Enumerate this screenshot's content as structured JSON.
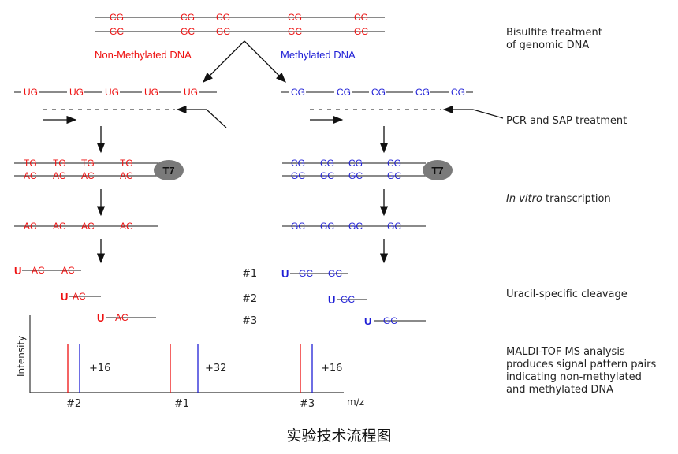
{
  "labels": {
    "non_methylated": "Non-Methylated DNA",
    "methylated": "Methylated DNA",
    "bisulfite": [
      "Bisulfite treatment",
      "of genomic DNA"
    ],
    "pcr_sap": "PCR and SAP treatment",
    "in_vitro_italic": "In vitro",
    "in_vitro_rest": " transcription",
    "uracil": "Uracil-specific cleavage",
    "maldi": [
      "MALDI-TOF MS analysis",
      "produces signal pattern pairs",
      "indicating non-methylated",
      "and methylated DNA"
    ],
    "t7": "T7",
    "fragments": [
      "#1",
      "#2",
      "#3"
    ],
    "u": "U",
    "intensity_axis": "Intensity",
    "mz_axis": "m/z",
    "peak_labels": [
      "#2",
      "#1",
      "#3"
    ],
    "mass_shifts": [
      "+16",
      "+32",
      "+16"
    ]
  },
  "sequences": {
    "CG": "CG",
    "GC": "GC",
    "UG": "UG",
    "TG": "TG",
    "AC": "AC"
  },
  "colors": {
    "non_methylated": "#ee1111",
    "methylated": "#1f1fd6",
    "t7_blob": "#7a7a7a",
    "line": "#444444"
  },
  "caption": "实验技术流程图"
}
